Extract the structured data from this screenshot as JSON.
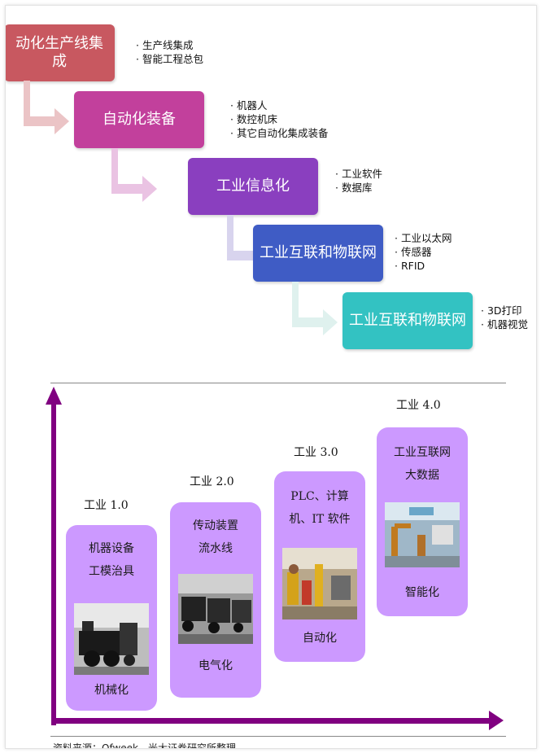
{
  "steps": [
    {
      "label": "动化生产线集成",
      "color": "#c85860",
      "bullets": [
        "生产线集成",
        "智能工程总包"
      ]
    },
    {
      "label": "自动化装备",
      "color": "#c2409c",
      "bullets": [
        "机器人",
        "数控机床",
        "其它自动化集成装备"
      ]
    },
    {
      "label": "工业信息化",
      "color": "#8a3fbf",
      "bullets": [
        "工业软件",
        "数据库"
      ]
    },
    {
      "label": "工业互联和物联网",
      "color": "#3f5cc5",
      "bullets": [
        "工业以太网",
        "传感器",
        "RFID"
      ]
    },
    {
      "label": "工业互联和物联网",
      "color": "#33c2c2",
      "bullets": [
        "3D打印",
        "机器视觉"
      ]
    }
  ],
  "timeline": {
    "stages": [
      {
        "title": "工业 1.0",
        "line1": "机器设备",
        "line2": "工模治具",
        "footer": "机械化",
        "photo": "steam-locomotive-photo"
      },
      {
        "title": "工业 2.0",
        "line1": "传动装置",
        "line2": "流水线",
        "footer": "电气化",
        "photo": "assembly-line-photo"
      },
      {
        "title": "工业 3.0",
        "line1": "PLC、计算",
        "line2": "机、IT 软件",
        "footer": "自动化",
        "photo": "factory-automation-photo"
      },
      {
        "title": "工业 4.0",
        "line1": "工业互联网",
        "line2": "大数据",
        "footer": "智能化",
        "photo": "robotic-factory-photo"
      }
    ],
    "colors": {
      "axis": "#800080",
      "card": "#cc99ff"
    }
  },
  "source": "资料来源：Ofweek，光大证券研究所整理"
}
